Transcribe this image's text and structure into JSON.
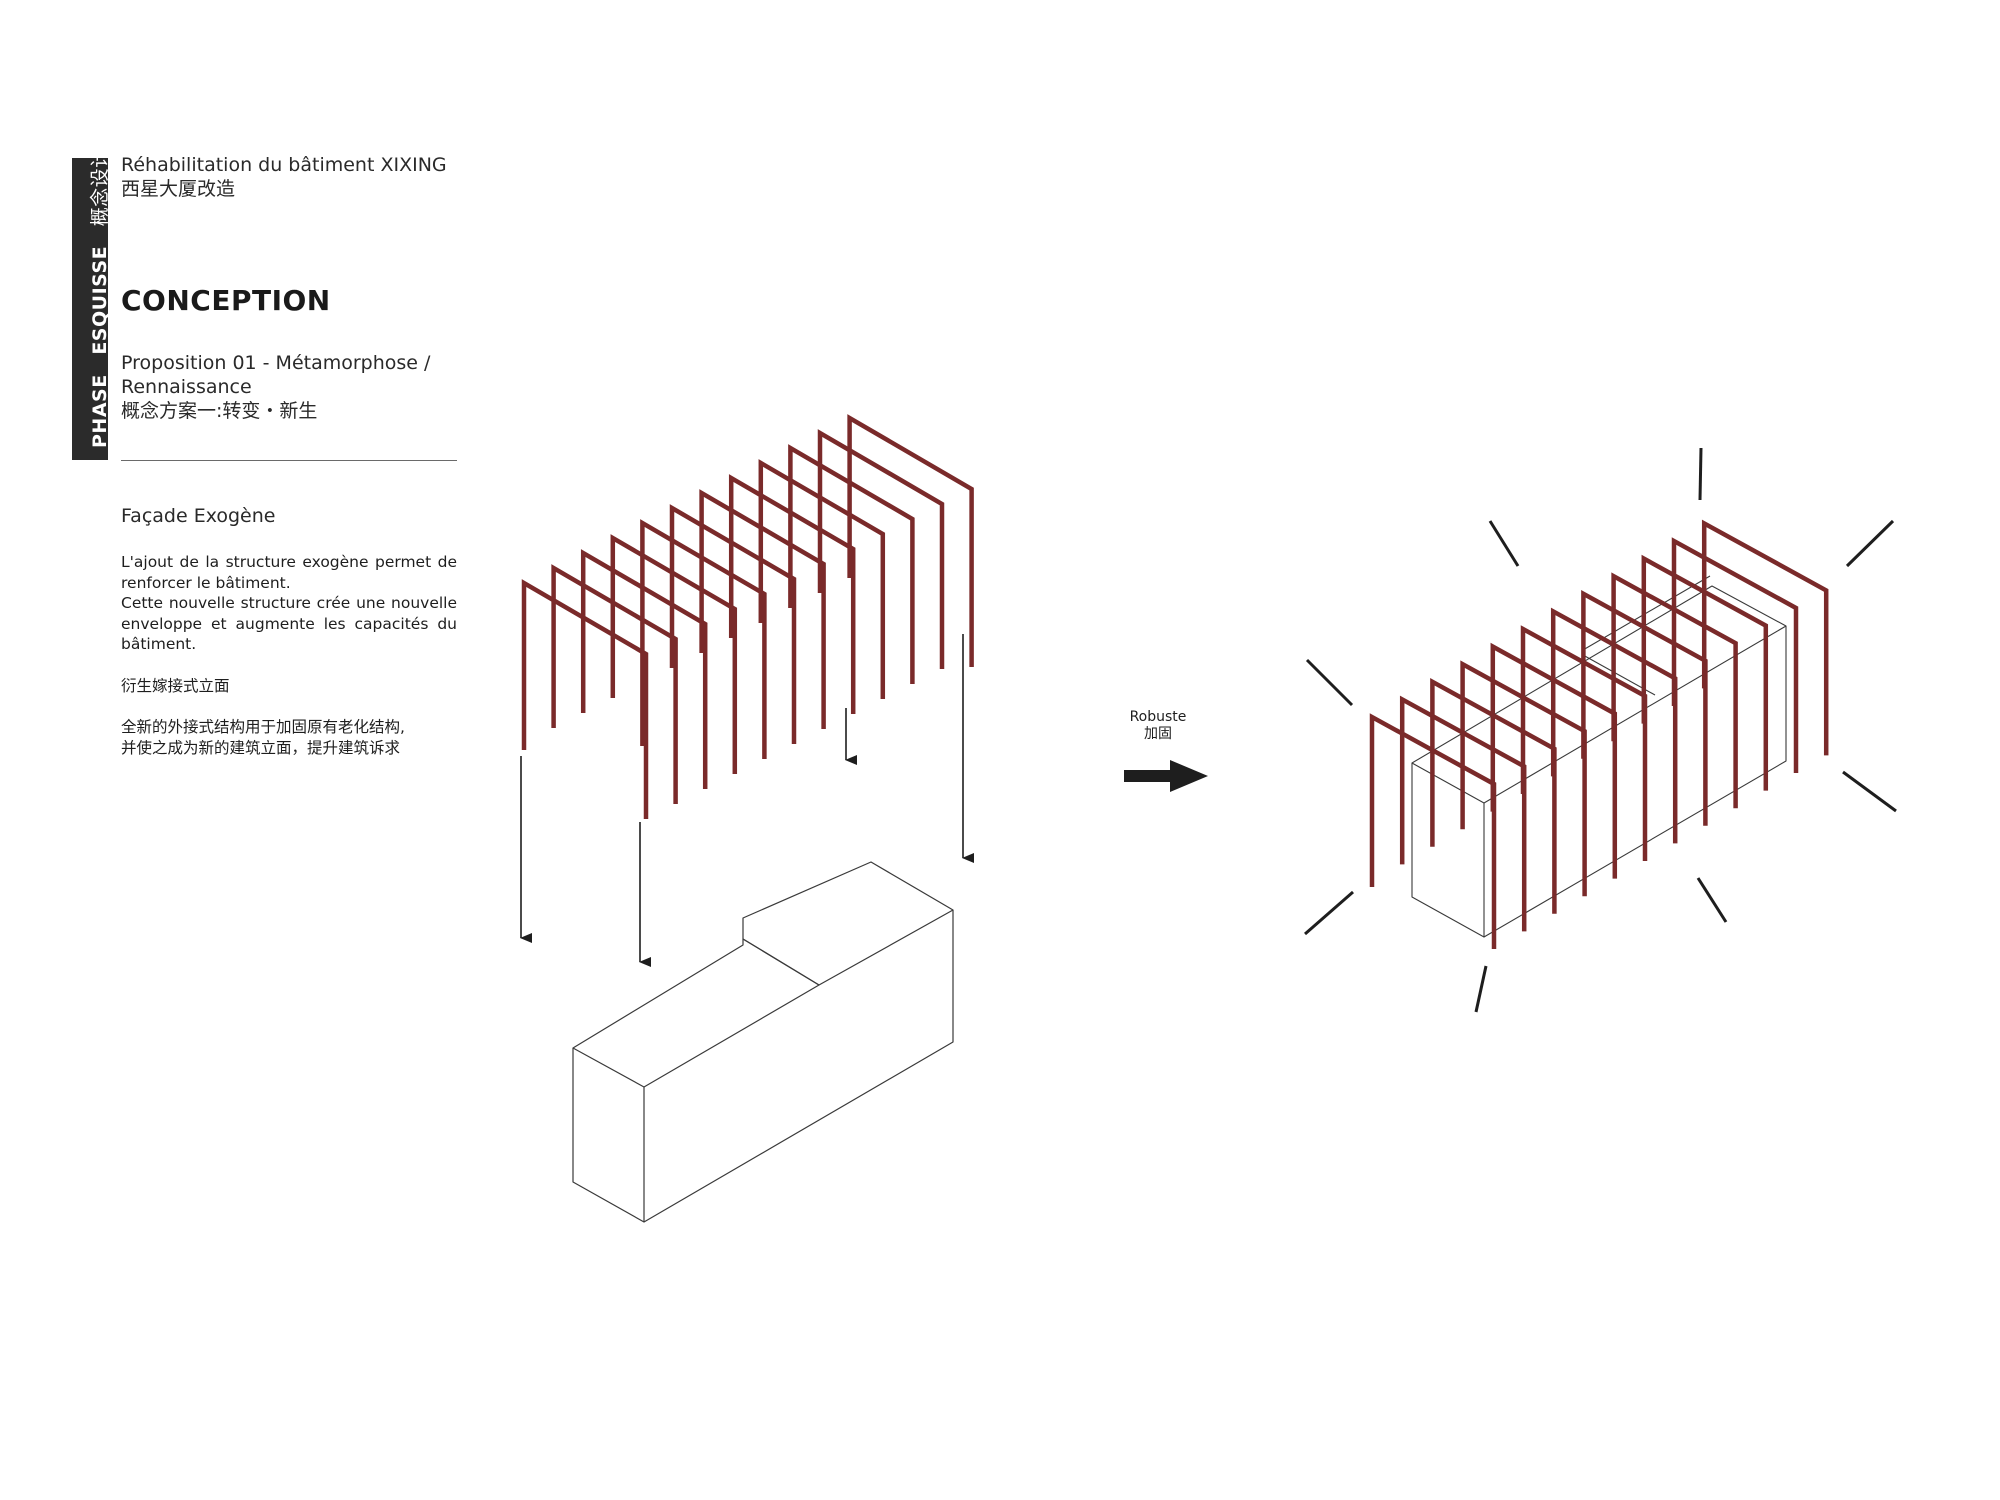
{
  "sidebar_tab": {
    "phase": "PHASE",
    "esquisse": "ESQUISSE",
    "cn": "概念设计"
  },
  "header": {
    "project_fr": "Réhabilitation du bâtiment XIXING",
    "project_cn": "西星大厦改造",
    "title": "CONCEPTION",
    "proposition_line1": "Proposition 01 - Métamorphose /",
    "proposition_line2": "Rennaissance",
    "proposition_cn": "概念方案一:转变・新生"
  },
  "section": {
    "title": "Façade Exogène",
    "para_fr_1": "L'ajout de la structure exogène permet de renforcer le bâtiment.",
    "para_fr_2": "Cette nouvelle structure crée une nouvelle enveloppe et augmente les capacités du bâtiment.",
    "subtitle_cn": "衍生嫁接式立面",
    "para_cn_1": "全新的外接式结构用于加固原有老化结构,",
    "para_cn_2": "并使之成为新的建筑立面，提升建筑诉求"
  },
  "transition": {
    "label_fr": "Robuste",
    "label_cn": "加固"
  },
  "colors": {
    "frame": "#7a2a2a",
    "ink": "#1e1e1e",
    "tab": "#2b2b2b"
  }
}
